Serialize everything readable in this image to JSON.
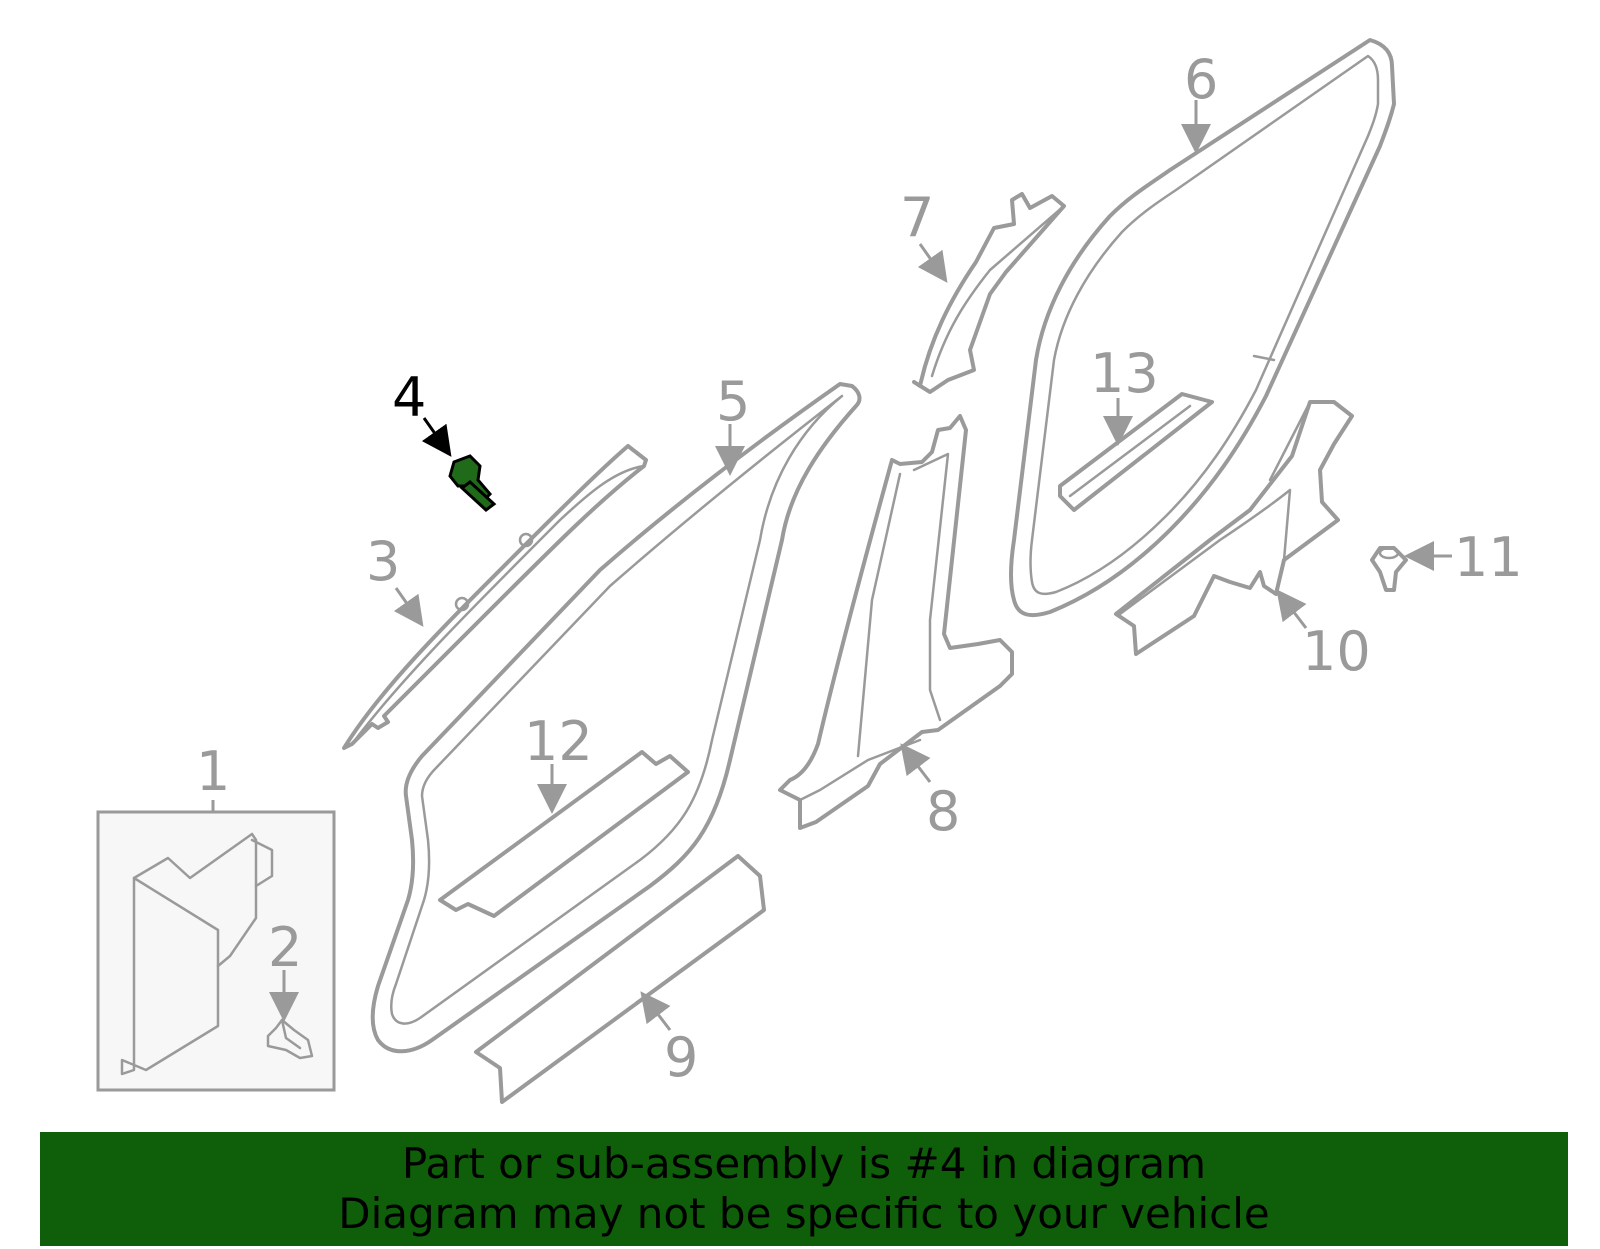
{
  "diagram": {
    "callouts": {
      "c1": "1",
      "c2": "2",
      "c3": "3",
      "c4": "4",
      "c5": "5",
      "c6": "6",
      "c7": "7",
      "c8": "8",
      "c9": "9",
      "c10": "10",
      "c11": "11",
      "c12": "12",
      "c13": "13"
    },
    "highlighted_part": "4",
    "colors": {
      "outline": "#9a9a9a",
      "highlight_part": "#1f6b1a",
      "inset_box_fill": "#f7f7f7"
    }
  },
  "banner": {
    "line1": "Part or sub-assembly is #4 in diagram",
    "line2": "Diagram may not be specific to your vehicle",
    "background": "#0f5e0a"
  }
}
